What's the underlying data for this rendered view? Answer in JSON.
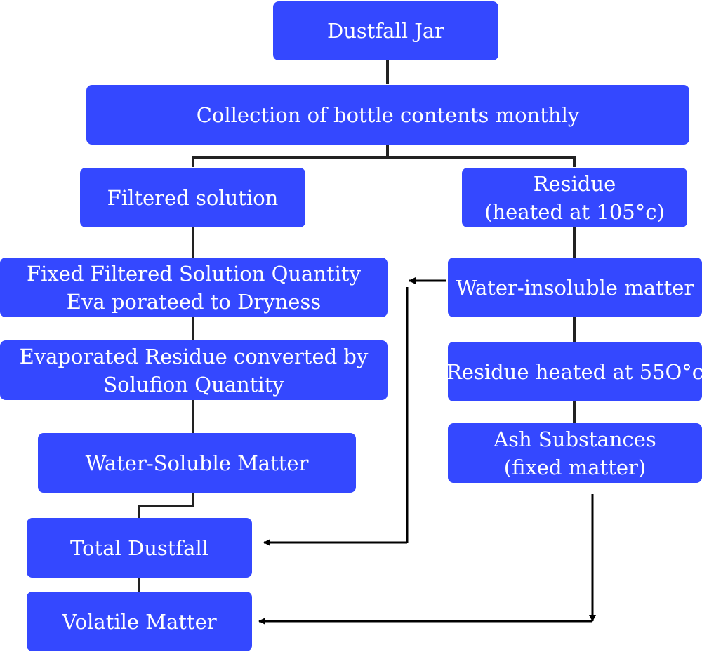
{
  "colors": {
    "box_fill": "#3448FF",
    "box_text": "#FFFFFF",
    "line": "#222222",
    "arrow": "#000000"
  },
  "nodes": {
    "dustfall_jar": {
      "lines": [
        "Dustfall Jar"
      ]
    },
    "collection": {
      "lines": [
        "Collection of bottle contents monthly"
      ]
    },
    "filtered_solution": {
      "lines": [
        "Filtered solution"
      ]
    },
    "residue": {
      "lines": [
        "Residue",
        "(heated at 105°c)"
      ]
    },
    "fixed_filtered": {
      "lines": [
        "Fixed Filtered Solution Quantity",
        "Eva porateed to Dryness"
      ]
    },
    "evaporated_residue": {
      "lines": [
        "Evaporated Residue converted by",
        "Solufion Quantity"
      ]
    },
    "water_soluble": {
      "lines": [
        "Water-Soluble Matter"
      ]
    },
    "water_insoluble": {
      "lines": [
        "Water-insoluble matter"
      ]
    },
    "residue_550": {
      "lines": [
        "Residue heated at 55O°c"
      ]
    },
    "ash": {
      "lines": [
        "Ash Substances",
        "(fixed matter)"
      ]
    },
    "total_dustfall": {
      "lines": [
        "Total Dustfall"
      ]
    },
    "volatile": {
      "lines": [
        "Volatile Matter"
      ]
    }
  }
}
